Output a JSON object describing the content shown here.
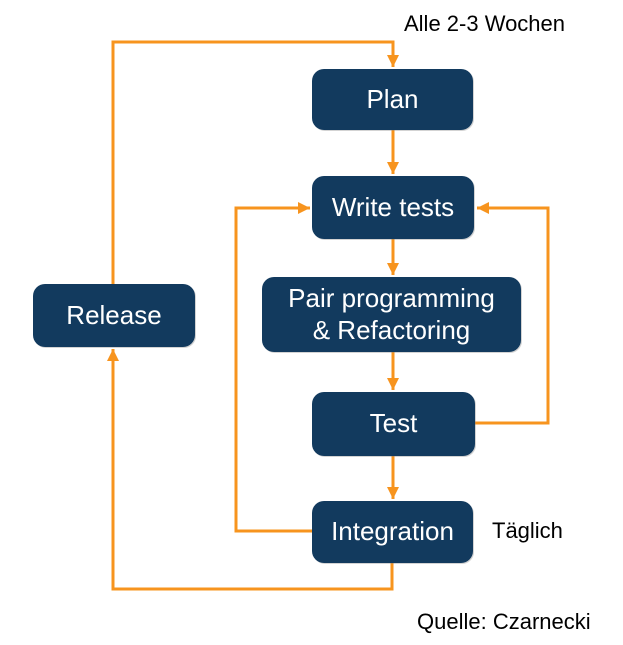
{
  "diagram": {
    "title_context": "XP development cycle flowchart",
    "nodes": {
      "plan": {
        "label": "Plan"
      },
      "write_tests": {
        "label": "Write tests"
      },
      "pair": {
        "label_line1": "Pair programming",
        "label_line2": "& Refactoring"
      },
      "test": {
        "label": "Test"
      },
      "integration": {
        "label": "Integration"
      },
      "release": {
        "label": "Release"
      }
    },
    "annotations": {
      "cycle": "Alle 2-3 Wochen",
      "daily": "Täglich",
      "source": "Quelle: Czarnecki"
    },
    "edges": [
      {
        "from": "plan",
        "to": "write_tests"
      },
      {
        "from": "write_tests",
        "to": "pair"
      },
      {
        "from": "pair",
        "to": "test"
      },
      {
        "from": "test",
        "to": "integration"
      },
      {
        "from": "test",
        "to": "write_tests",
        "note": "right-side loop"
      },
      {
        "from": "integration",
        "to": "write_tests",
        "note": "left-side loop, Täglich"
      },
      {
        "from": "integration",
        "to": "release",
        "note": "bottom loop"
      },
      {
        "from": "release",
        "to": "plan",
        "note": "top loop, Alle 2-3 Wochen"
      }
    ],
    "colors": {
      "node_fill": "#123A5E",
      "node_text": "#FFFFFF",
      "arrow": "#F7941E",
      "background": "#FFFFFF",
      "annotation_text": "#000000"
    }
  }
}
